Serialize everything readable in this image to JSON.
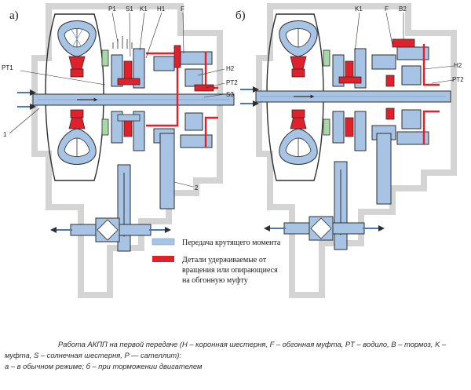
{
  "panels": {
    "a": "а)",
    "b": "б)"
  },
  "labels_a": {
    "p1": "P1",
    "s1": "S1",
    "k1": "K1",
    "h1": "H1",
    "f": "F",
    "pt1": "PT1",
    "h2": "H2",
    "pt2": "PT2",
    "s3": "S3",
    "n1": "1",
    "n2": "2"
  },
  "labels_b": {
    "k1": "K1",
    "f": "F",
    "b2": "B2",
    "h2": "H2",
    "pt2": "PT2"
  },
  "legend": {
    "torque": "Передача крутящего момента",
    "held_line1": "Детали удерживаемые от",
    "held_line2": "вращения или опирающиеся",
    "held_line3": "на обгонную муфту"
  },
  "caption": {
    "line1": "Работа АКПП на первой передаче (H – коронная шестерня, F – обгонная муфта, PT – водило, B – тормоз, K –",
    "line2": "муфта, S – солнечная шестерня, P — сателлит):",
    "line3": "а – в обычном режиме; б – при торможении двигателем"
  },
  "colors": {
    "torque": "#a8c4e4",
    "held": "#e0202a",
    "housing": "#d6d6d6",
    "outline": "#2e2e2e"
  }
}
